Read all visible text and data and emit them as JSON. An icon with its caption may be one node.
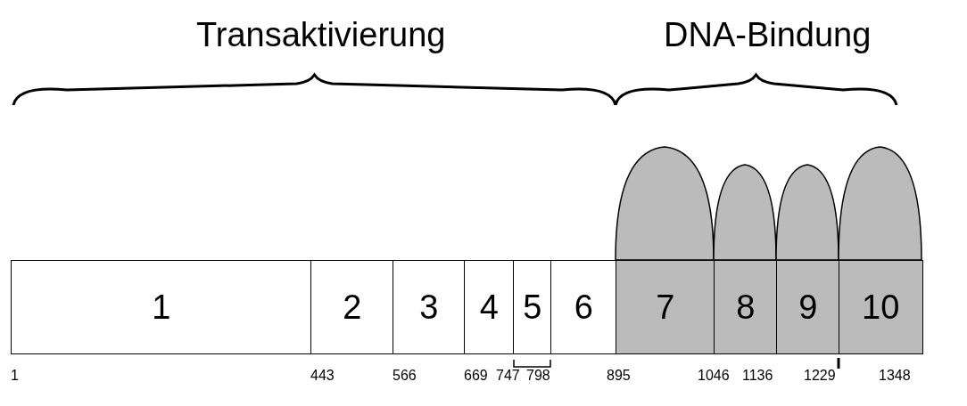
{
  "diagram": {
    "nodes": [
      {
        "text": [
          "1"
        ]
      },
      {
        "text": [
          "2"
        ]
      },
      {
        "text": [
          "3"
        ]
      },
      {
        "text": [
          "4"
        ]
      },
      {
        "text": [
          "5"
        ]
      },
      {
        "text": [
          "6"
        ]
      },
      {
        "text": [
          "7"
        ]
      },
      {
        "text": [
          "8"
        ]
      },
      {
        "text": [
          "9"
        ]
      },
      {
        "text": [
          "10"
        ]
      }
    ],
    "labels": [
      "Transaktivierung",
      "DNA-Bindung",
      "1",
      "443",
      "566",
      "669",
      "747",
      "798",
      "895",
      "1046",
      "1136",
      "1229",
      "1348"
    ]
  }
}
